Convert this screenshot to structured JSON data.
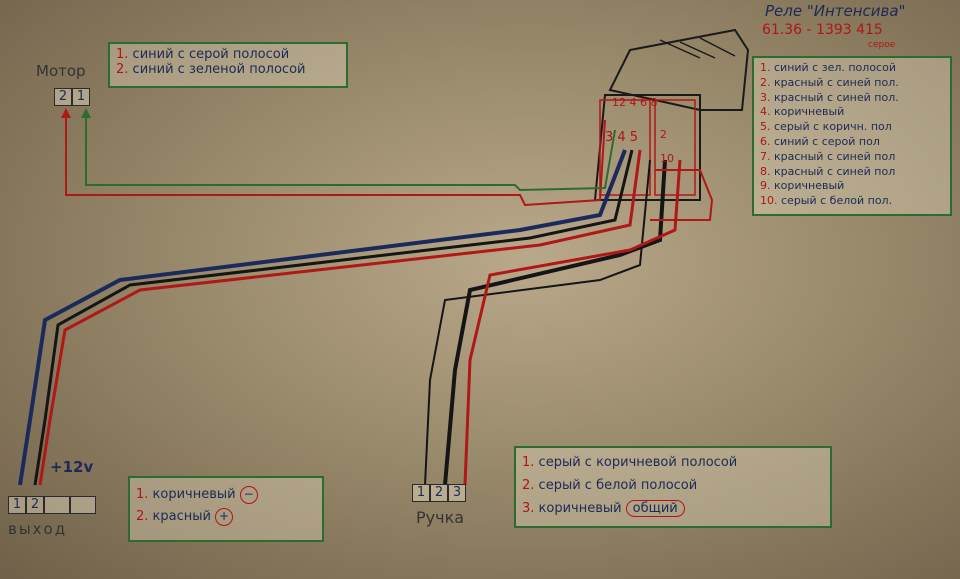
{
  "relay": {
    "title": "Реле \"Интенсива\"",
    "part_number": "61.36 - 1393 415",
    "note": "серое",
    "pins_top": "12 4 6 8",
    "pins_bottom": "3 4 5",
    "pins_side_1": "2",
    "pins_side_2": "10",
    "legend": [
      {
        "n": "1.",
        "text": "синий с зел. полосой"
      },
      {
        "n": "2.",
        "text": "красный с синей пол."
      },
      {
        "n": "3.",
        "text": "красный с синей пол."
      },
      {
        "n": "4.",
        "text": "коричневый"
      },
      {
        "n": "5.",
        "text": "серый с коричн. пол"
      },
      {
        "n": "6.",
        "text": "синий с серой пол"
      },
      {
        "n": "7.",
        "text": "красный с синей пол"
      },
      {
        "n": "8.",
        "text": "красный с синей пол"
      },
      {
        "n": "9.",
        "text": "коричневый"
      },
      {
        "n": "10.",
        "text": "серый с белой пол."
      }
    ]
  },
  "motor": {
    "label": "Мотор",
    "pins": [
      "2",
      "1"
    ],
    "legend": [
      {
        "n": "1.",
        "text": "синий с серой полосой"
      },
      {
        "n": "2.",
        "text": "синий с зеленой полосой"
      }
    ]
  },
  "output": {
    "label": "выход",
    "voltage": "+12v",
    "pins": [
      "1",
      "2",
      "",
      ""
    ],
    "legend": [
      {
        "n": "1.",
        "text": "коричневый",
        "mark": "−"
      },
      {
        "n": "2.",
        "text": "красный",
        "mark": "+"
      }
    ]
  },
  "handle": {
    "label": "Ручка",
    "pins": [
      "1",
      "2",
      "3"
    ],
    "legend": [
      {
        "n": "1.",
        "text": "серый с коричневой полосой"
      },
      {
        "n": "2.",
        "text": "серый с белой полосой"
      },
      {
        "n": "3.",
        "text": "коричневый",
        "tag": "общий"
      }
    ]
  },
  "colors": {
    "wire_blue": "#1a2a5c",
    "wire_red": "#b01818",
    "wire_green": "#2e6b2e",
    "wire_black": "#151515",
    "box_border": "#2e6b2e",
    "number_red": "#b01515"
  }
}
